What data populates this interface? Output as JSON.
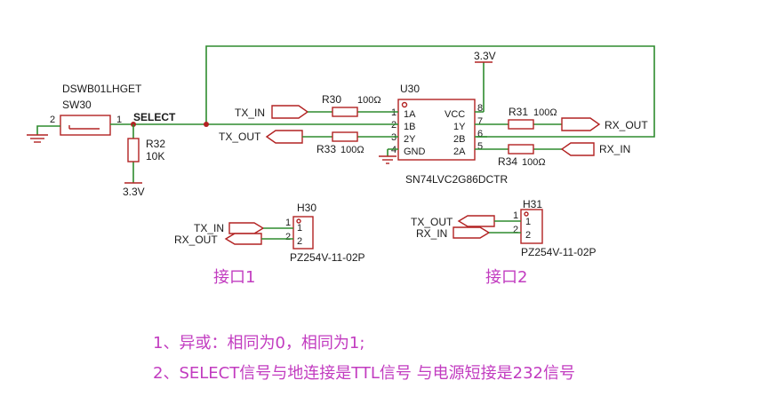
{
  "switch": {
    "part": "DSWB01LHGET",
    "ref": "SW30",
    "pin2": "2",
    "pin1": "1"
  },
  "net_select": "SELECT",
  "r32": {
    "ref": "R32",
    "value": "10K"
  },
  "vcc_label_bottom": "3.3V",
  "vcc_label_top": "3.3V",
  "ic": {
    "ref": "U30",
    "part": "SN74LVC2G86DCTR",
    "left_pins": [
      {
        "num": "1",
        "name": "1A"
      },
      {
        "num": "2",
        "name": "1B"
      },
      {
        "num": "3",
        "name": "2Y"
      },
      {
        "num": "4",
        "name": "GND"
      }
    ],
    "right_pins": [
      {
        "num": "8",
        "name": "VCC"
      },
      {
        "num": "7",
        "name": "1Y"
      },
      {
        "num": "6",
        "name": "2B"
      },
      {
        "num": "5",
        "name": "2A"
      }
    ]
  },
  "r30": {
    "ref": "R30",
    "value": "100Ω"
  },
  "r33": {
    "ref": "R33",
    "value": "100Ω"
  },
  "r31": {
    "ref": "R31",
    "value": "100Ω"
  },
  "r34": {
    "ref": "R34",
    "value": "100Ω"
  },
  "ports": {
    "tx_in": "TX_IN",
    "tx_out": "TX_OUT",
    "rx_out": "RX_OUT",
    "rx_in": "RX_IN"
  },
  "h30": {
    "ref": "H30",
    "part": "PZ254V-11-02P",
    "pin1": "1",
    "pin2": "2",
    "sig1": "TX_IN",
    "sig2": "RX_OUT",
    "caption": "接口1"
  },
  "h31": {
    "ref": "H31",
    "part": "PZ254V-11-02P",
    "pin1": "1",
    "pin2": "2",
    "sig1": "TX_OUT",
    "sig2": "RX_IN",
    "caption": "接口2"
  },
  "notes": [
    "1、异或：相同为0，相同为1;",
    "2、SELECT信号与地连接是TTL信号    与电源短接是232信号"
  ],
  "colors": {
    "wire": "#2e8b2e",
    "component": "#b22222",
    "note": "#c23cc0"
  }
}
